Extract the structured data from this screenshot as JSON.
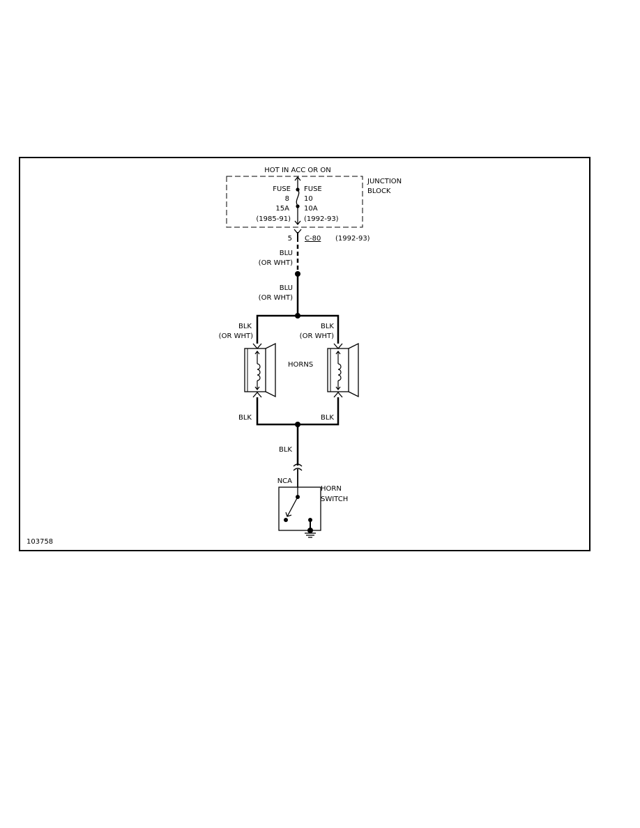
{
  "diagram": {
    "figure_id": "103758",
    "power_source": "HOT IN ACC OR ON",
    "junction_block": {
      "line1": "JUNCTION",
      "line2": "BLOCK"
    },
    "fuse_left": {
      "name": "FUSE",
      "number": "8",
      "rating": "15A",
      "years": "(1985-91)"
    },
    "fuse_right": {
      "name": "FUSE",
      "number": "10",
      "rating": "10A",
      "years": "(1992-93)"
    },
    "connector": {
      "pin": "5",
      "name": "C-80",
      "years": "(1992-93)"
    },
    "wire_upper": {
      "color": "BLU",
      "alt": "(OR WHT)"
    },
    "wire_lower": {
      "color": "BLU",
      "alt": "(OR WHT)"
    },
    "horn_left_feed": {
      "color": "BLK",
      "alt": "(OR WHT)"
    },
    "horn_right_feed": {
      "color": "BLK",
      "alt": "(OR WHT)"
    },
    "horns_label": "HORNS",
    "horn_left_ground": "BLK",
    "horn_right_ground": "BLK",
    "switch_wire": "BLK",
    "switch_connector": "NCA",
    "horn_switch": {
      "line1": "HORN",
      "line2": "SWITCH"
    }
  }
}
